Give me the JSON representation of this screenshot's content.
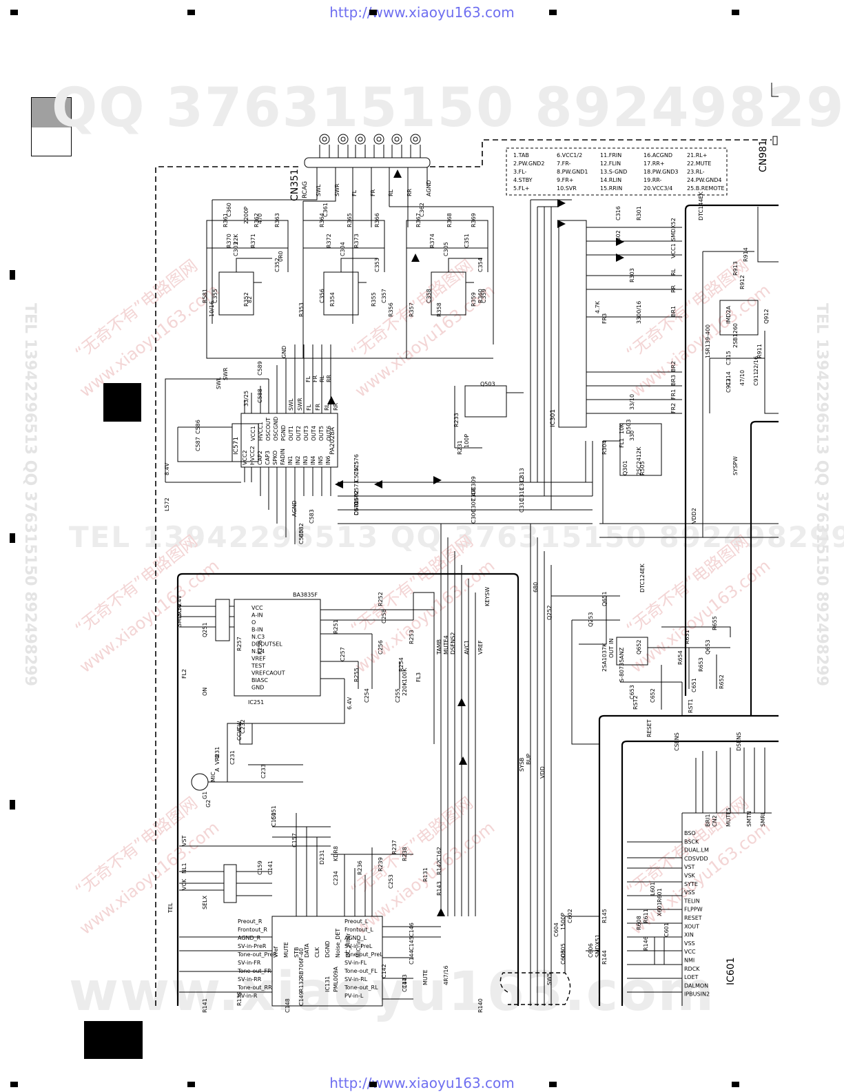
{
  "header": {
    "url_top": "http://www.xiaoyu163.com"
  },
  "footer": {
    "url_bottom": "http://www.xiaoyu163.com"
  },
  "watermarks": {
    "qq_line": "QQ 376315150   892498299",
    "tel_line": "TEL 13942296513   QQ 376315150  892498299",
    "mid_line": "TEL 13942296513  QQ 376315150  892498299",
    "bottom_line": "www.xiaoyu163.com",
    "cn_text": "“无奇不有”电路图网",
    "site_text": "www.xiaoyu163.com"
  },
  "connectors": {
    "cn351": "CN351",
    "cn351_sub": "RCAG",
    "cn981": "CN981"
  },
  "cn981_pins": [
    "1.TAB",
    "2.PW.GND2",
    "3.FL-",
    "4.STBY",
    "5.FL+",
    "6.VCC1/2",
    "7.FR-",
    "8.PW.GND1",
    "9.FR+",
    "10.SVR",
    "11.FRIN",
    "12.FLIN",
    "13.S-GND",
    "14.RLIN",
    "15.RRIN",
    "16.ACGND",
    "17.RR+",
    "18.PW.GND3",
    "19.RR-",
    "20.VCC3/4",
    "21.RL+",
    "22.MUTE",
    "23.RL-",
    "24.PW.GND4",
    "25.B.REMOTE"
  ],
  "cn351_pins": [
    "SWL",
    "SWR",
    "FL",
    "FR",
    "RL",
    "RR",
    "AGND"
  ],
  "ics": {
    "pa2028a": "PA2028A",
    "ic571": "IC571",
    "ic301": "IC301",
    "ic251": "IC251",
    "ba3835f": "BA3835F",
    "ic131": "IC131",
    "pml009a": "PML009A",
    "ic601": "IC601",
    "s80735": "S-80735ANZ",
    "q503": "Q503",
    "imd2a": "IMD2A",
    "q912": "Q912",
    "mic": "MIC"
  },
  "pa2028a_pins": [
    "VCC2",
    "HVCC2",
    "CAP2",
    "CAP3",
    "SPKO",
    "FADIN",
    "IN1",
    "IN2",
    "IN3",
    "IN4",
    "IN5",
    "IN6",
    "OUT6",
    "OUT5",
    "OUT4",
    "OUT3",
    "OUT2",
    "OUT1",
    "PGND",
    "OSCGND",
    "OSCOUT",
    "HVCC1",
    "VCC1",
    "SWL",
    "SWR",
    "FL",
    "FR",
    "RL",
    "RR"
  ],
  "ba3835f_pins": [
    "VCC",
    "A-IN",
    "O",
    "B-IN",
    "N.C3",
    "DIFOUTSEL",
    "N.C4",
    "VREF",
    "TEST",
    "VREFCAOUT",
    "BIASC",
    "GND"
  ],
  "ic131_pins": [
    "Preout_R",
    "Frontout_R",
    "AGND_R",
    "SV-in-PreR",
    "Tone-out_PreR",
    "SV-in-FR",
    "Tone-out_FR",
    "SV-in-RR",
    "Tone-out_RR",
    "PV-in-R",
    "Vref",
    "MUTE",
    "STB",
    "DATA",
    "CLK",
    "DGND",
    "Noise_DET",
    "DC_Filter",
    "MIC_in",
    "Preout_L",
    "Frontout_L",
    "AGND_L",
    "SV-in-PreL",
    "Tone-out_PreL",
    "SV-in-FL",
    "Tone-out_FL",
    "SV-in-RL",
    "Tone-out_RL",
    "PV-in-L"
  ],
  "ic601_pins": [
    "BSO",
    "BSCK",
    "DUAL.LM",
    "CDSVDD",
    "VST",
    "VSK",
    "SYTE",
    "VSS",
    "TELIN",
    "FLPPW",
    "RESET",
    "XOUT",
    "XIN",
    "VSS",
    "VCC",
    "NMI",
    "RDCK",
    "LOET",
    "DALMON",
    "IPBUSIN2"
  ],
  "components": [
    "C571",
    "C572",
    "C573",
    "C574",
    "C575",
    "C576",
    "C580",
    "C582",
    "C583",
    "C586",
    "C587",
    "C588",
    "C589",
    "L572",
    "R581",
    "R352",
    "R353",
    "R354",
    "R355",
    "R356",
    "R357",
    "R358",
    "R359",
    "R360",
    "R361",
    "R362",
    "R363",
    "R364",
    "R365",
    "R366",
    "R367",
    "R368",
    "R369",
    "R370",
    "R371",
    "R372",
    "R373",
    "R374",
    "C351",
    "C352",
    "C353",
    "C354",
    "C355",
    "C356",
    "C357",
    "C358",
    "C359",
    "C360",
    "C361",
    "C362",
    "C303",
    "C304",
    "C305",
    "C306",
    "C307",
    "C308",
    "C309",
    "C310",
    "C311",
    "C312",
    "C313",
    "C314",
    "C315",
    "C316",
    "R301",
    "R302",
    "R303",
    "R304",
    "Q301",
    "D503",
    "R505",
    "R231",
    "R233",
    "VR231",
    "C231",
    "C232",
    "C233",
    "C234",
    "R236",
    "R237",
    "R238",
    "R239",
    "C253",
    "C254",
    "C255",
    "C256",
    "C257",
    "C258",
    "R251",
    "R252",
    "R253",
    "R254",
    "R255",
    "R256",
    "R257",
    "Q251",
    "Q252",
    "Q253",
    "Q651",
    "Q652",
    "Q653",
    "R651",
    "R652",
    "R653",
    "R654",
    "R655",
    "C651",
    "C652",
    "C653",
    "R911",
    "R912",
    "R913",
    "R914",
    "C911",
    "C912",
    "D231",
    "C141",
    "C142",
    "C143",
    "C144",
    "C145",
    "C146",
    "C147",
    "C148",
    "C149",
    "C150",
    "C151",
    "C157",
    "C159",
    "C162",
    "R131",
    "R132",
    "R139",
    "R140",
    "R141",
    "R142",
    "R143",
    "R144",
    "R145",
    "R146",
    "R608",
    "R611",
    "X601",
    "C601",
    "C602",
    "C603",
    "C604",
    "C605",
    "C606",
    "L601",
    "R601",
    "D601",
    "D602"
  ],
  "values": [
    "470",
    "2200P",
    "22K",
    "10/16",
    "82",
    "0R0",
    "47",
    "100K",
    "220K",
    "4.7K",
    "330",
    "10K",
    "33/10",
    "33/25",
    "680",
    "2SA1037K",
    "2SC2412K",
    "DTC124EK",
    "DTC144EK",
    "1SR139-400",
    "2SB1260",
    "KDR8",
    "RB706F-40",
    "4R7/16",
    "1500P",
    "100P",
    "22/16",
    "47/10",
    "3300/16"
  ],
  "nets": [
    "SWL",
    "SWR",
    "FL",
    "FR",
    "RL",
    "RR",
    "AGND",
    "GND",
    "8.4V",
    "SYSPW",
    "VDD2",
    "SYSB",
    "VDD",
    "BUP",
    "RESET",
    "RST1",
    "RST2",
    "CSENS",
    "DSENS",
    "NL1",
    "VCK",
    "VST",
    "SELX",
    "MUTE",
    "TEL",
    "ON",
    "KEYSW",
    "TAMB",
    "SW5",
    "4.4V",
    "5.1V",
    "SMDX50",
    "SMDX51",
    "SMDX52",
    "VCC1",
    "RL",
    "RR",
    "BR1",
    "BR2",
    "BR3",
    "FR1",
    "FR2",
    "FR3",
    "FL1",
    "FL2",
    "FL3",
    "MUTE4",
    "MUTE5",
    "SMTN",
    "SMRL",
    "BRI1",
    "CN2",
    "6.4V",
    "AVC1",
    "VREF",
    "DSENS2"
  ],
  "misc": [
    "G1",
    "G2",
    "A",
    "B",
    "IN",
    "OUT",
    "CW",
    "CCW"
  ]
}
